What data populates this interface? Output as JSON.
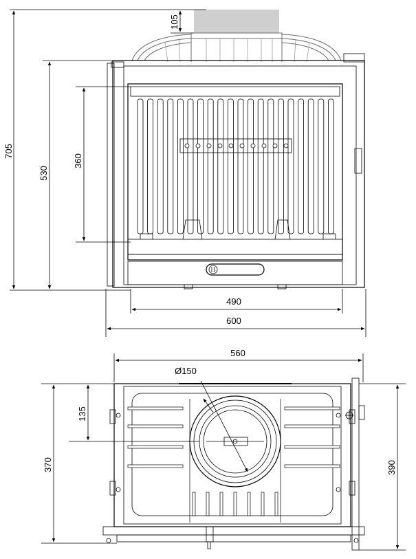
{
  "front_view": {
    "dims": {
      "total_height": "705",
      "body_height": "530",
      "glass_height": "360",
      "flue_height": "105",
      "glass_width": "490",
      "total_width": "600"
    }
  },
  "top_view": {
    "dims": {
      "width": "560",
      "flue_diameter": "Ø150",
      "flue_offset": "135",
      "depth": "370",
      "total_depth": "390"
    }
  },
  "colors": {
    "line": "#000000",
    "outline": "#6b6b6b",
    "shade": "#cfcfcf"
  }
}
